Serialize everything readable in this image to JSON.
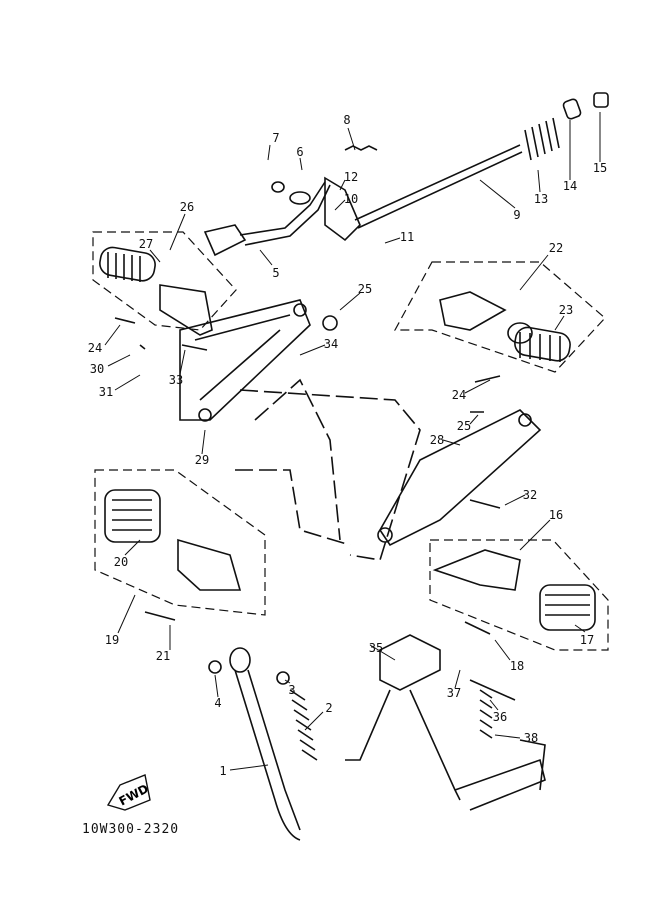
{
  "diagram_code": "10W300-2320",
  "fwd_badge": "FWD",
  "labels": [
    "7",
    "6",
    "8",
    "12",
    "10",
    "9",
    "13",
    "14",
    "15",
    "11",
    "26",
    "27",
    "5",
    "22",
    "23",
    "25",
    "24",
    "30",
    "34",
    "33",
    "31",
    "24",
    "25",
    "28",
    "29",
    "32",
    "16",
    "20",
    "19",
    "21",
    "18",
    "17",
    "35",
    "3",
    "4",
    "2",
    "37",
    "36",
    "38",
    "1"
  ],
  "colors": {
    "ink": "#111111",
    "background": "#ffffff"
  }
}
